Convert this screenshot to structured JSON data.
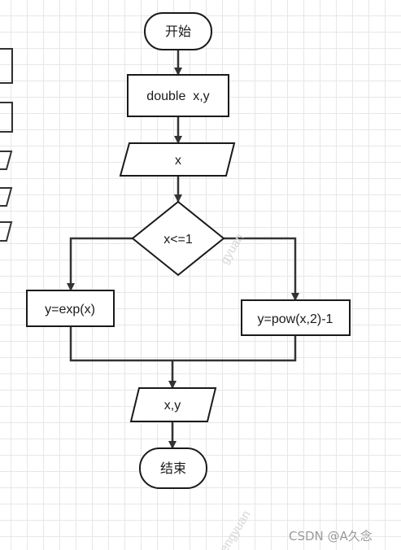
{
  "flowchart": {
    "start": "开始",
    "declare": "double  x,y",
    "input": "x",
    "condition": "x<=1",
    "branch_true": "y=exp(x)",
    "branch_false": "y=pow(x,2)-1",
    "output": "x,y",
    "end": "结束"
  },
  "watermark": {
    "text_1": "gyuan",
    "text_2": "engyuan"
  },
  "credit": "CSDN @A久念",
  "colors": {
    "stroke": "#1a1a1a",
    "grid": "#e7e7e7",
    "text": "#1a1a1a"
  }
}
